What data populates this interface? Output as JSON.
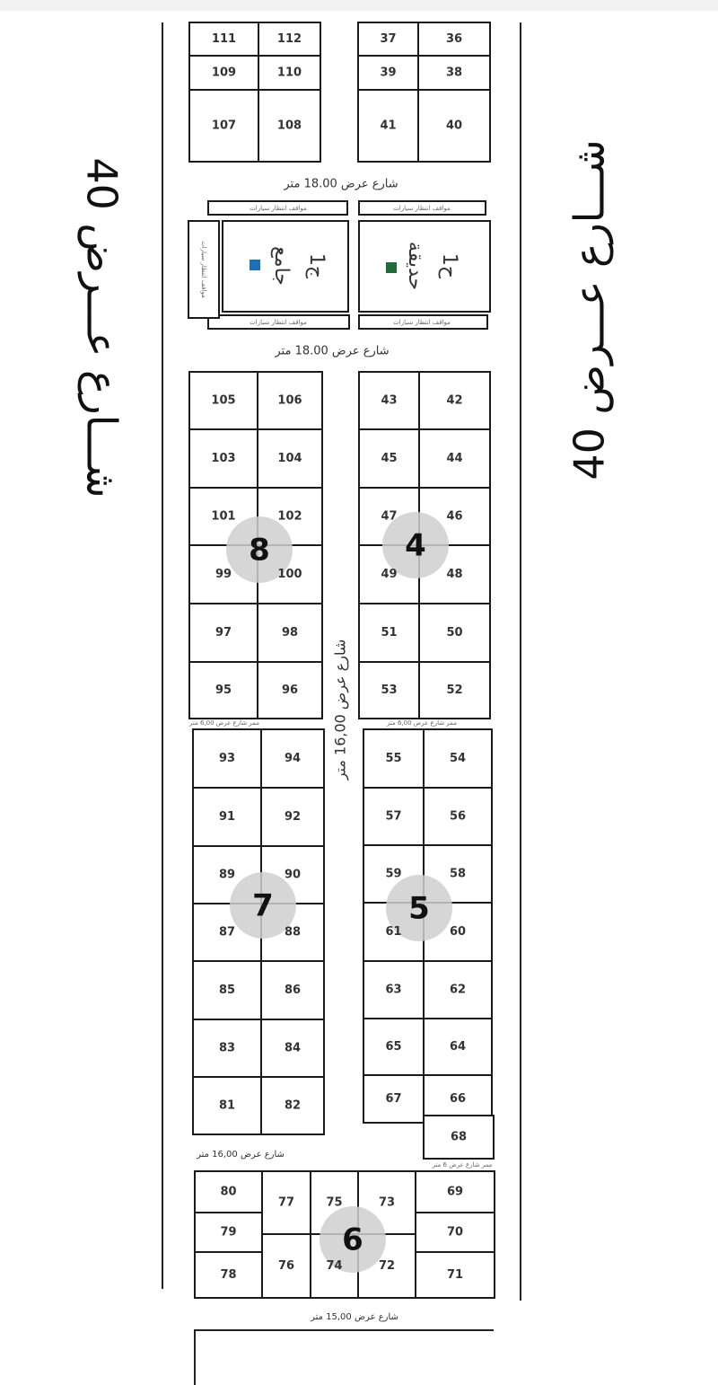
{
  "streets": {
    "main_left": "شـــارع عـــرض 40",
    "main_right": "شـــارع عـــرض 40",
    "top_18": "شارع عرض 18.00 متر",
    "mid_18": "شارع عرض 18.00 متر",
    "center_16": "شارع عرض 16,00 متر",
    "lower_16": "شارع عرض 16,00 متر",
    "bottom_15": "شارع عرض 15,00 متر",
    "passage_6_left": "ممر شارع عرض 6,00 متر",
    "passage_6_right": "ممر شارع عرض 6,00 متر",
    "passage_6_lower": "ممر شارع عرض 6 متر"
  },
  "parking_label": "مواقف انتظار سيارات",
  "facilities": {
    "mosque": {
      "name": "جامع",
      "code": "ج1",
      "color": "#1f6fb5"
    },
    "park": {
      "name": "حديقة",
      "code": "ح1",
      "color": "#1f6b3a"
    }
  },
  "blocks": {
    "top_left": {
      "plots": [
        "111",
        "112",
        "109",
        "110",
        "107",
        "108"
      ]
    },
    "top_right": {
      "plots": [
        "37",
        "36",
        "39",
        "38",
        "41",
        "40"
      ]
    },
    "b8": {
      "number": "8",
      "plots": [
        "105",
        "106",
        "103",
        "104",
        "101",
        "102",
        "99",
        "100",
        "97",
        "98",
        "95",
        "96"
      ]
    },
    "b4": {
      "number": "4",
      "plots": [
        "43",
        "42",
        "45",
        "44",
        "47",
        "46",
        "49",
        "48",
        "51",
        "50",
        "53",
        "52"
      ]
    },
    "b7": {
      "number": "7",
      "plots": [
        "93",
        "94",
        "91",
        "92",
        "89",
        "90",
        "87",
        "88",
        "85",
        "86",
        "83",
        "84",
        "81",
        "82"
      ]
    },
    "b5": {
      "number": "5",
      "plots": [
        "55",
        "54",
        "57",
        "56",
        "59",
        "58",
        "61",
        "60",
        "63",
        "62",
        "65",
        "64",
        "67",
        "66",
        "68"
      ]
    },
    "b6": {
      "number": "6",
      "plots": [
        "80",
        "79",
        "78",
        "77",
        "76",
        "75",
        "74",
        "73",
        "72",
        "69",
        "70",
        "71"
      ]
    }
  },
  "colors": {
    "block_circle": "#cfcfcf",
    "line": "#1a1a1a"
  }
}
